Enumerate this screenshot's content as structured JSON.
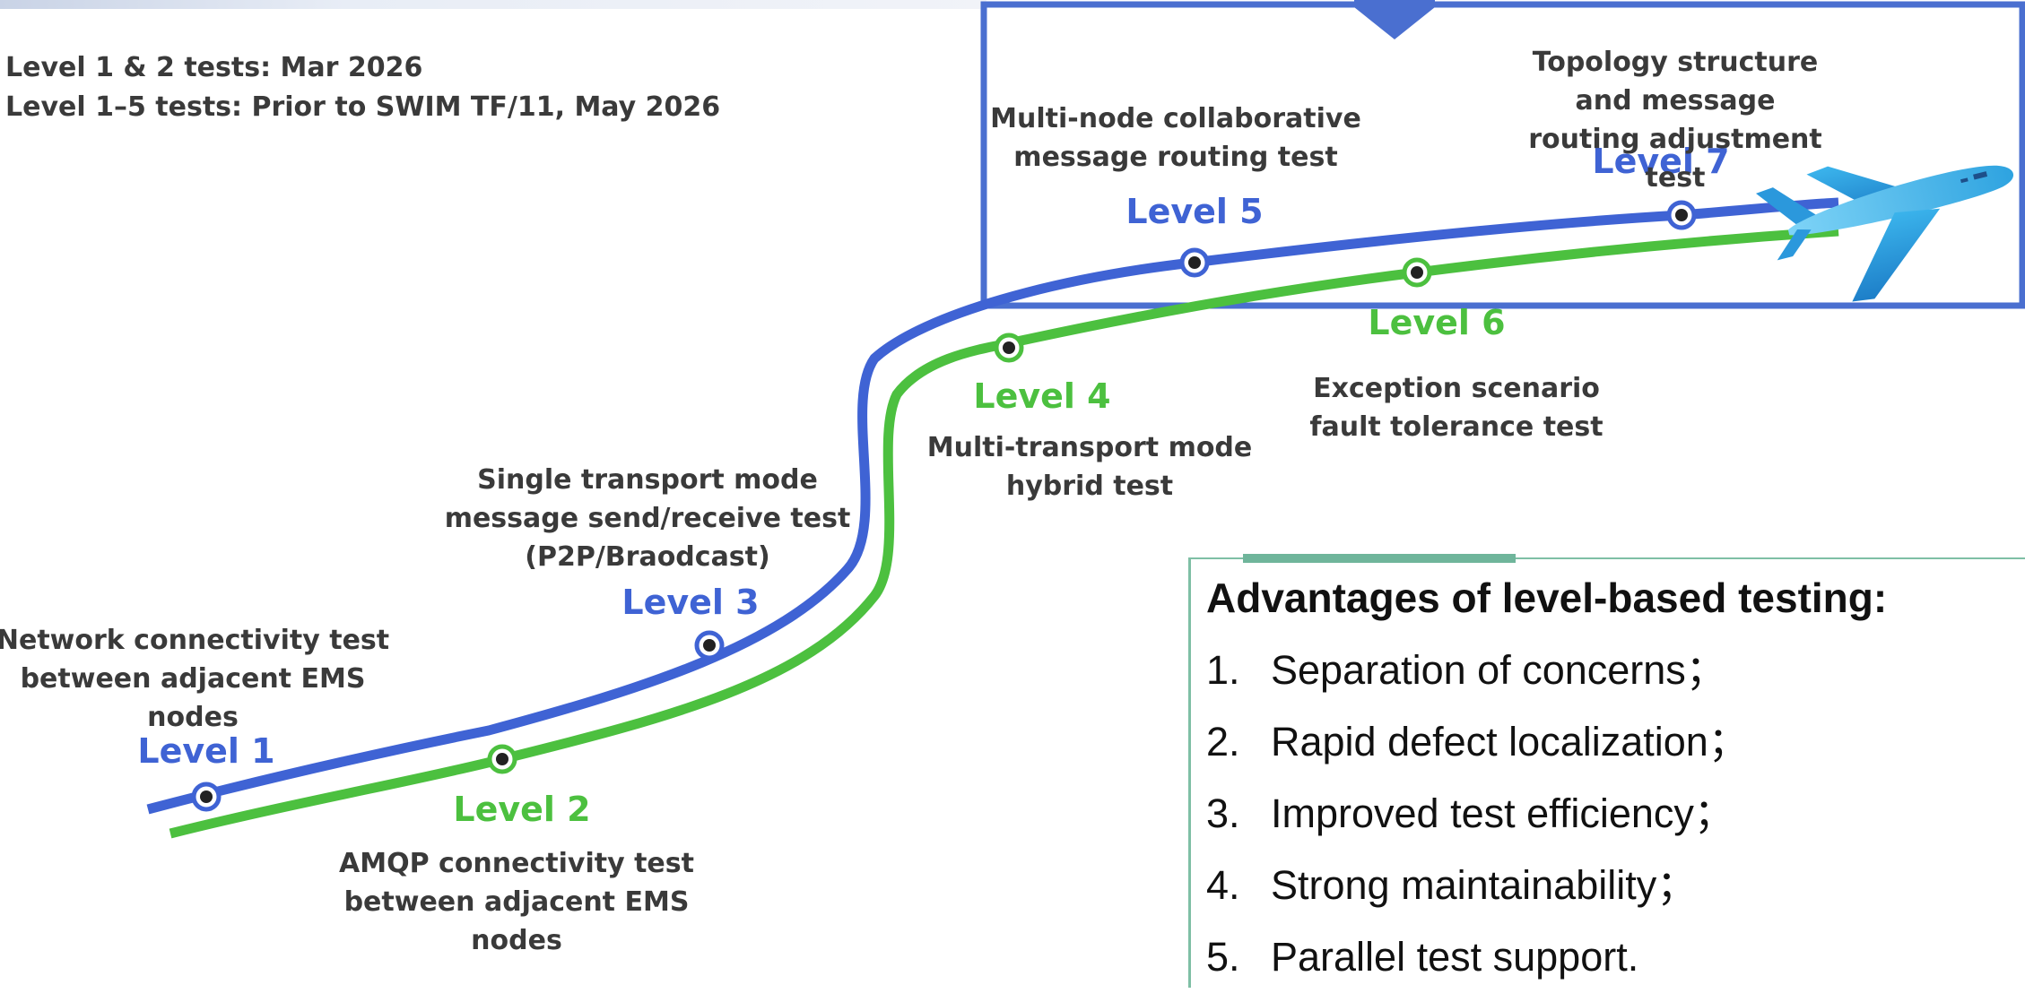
{
  "schedule": {
    "line1": "Level 1 & 2 tests:  Mar 2026",
    "line2": "Level 1–5 tests: Prior to SWIM TF/11, May 2026"
  },
  "levels": [
    {
      "id": "level1",
      "label": "Level 1",
      "track": "blue",
      "desc": "Network connectivity test\nbetween adjacent EMS\nnodes"
    },
    {
      "id": "level2",
      "label": "Level 2",
      "track": "green",
      "desc": "AMQP connectivity test\nbetween adjacent EMS\nnodes"
    },
    {
      "id": "level3",
      "label": "Level 3",
      "track": "blue",
      "desc": "Single transport mode\nmessage send/receive test\n(P2P/Braodcast)"
    },
    {
      "id": "level4",
      "label": "Level 4",
      "track": "green",
      "desc": "Multi-transport mode\nhybrid test"
    },
    {
      "id": "level5",
      "label": "Level 5",
      "track": "blue",
      "desc": "Multi-node collaborative\nmessage routing test"
    },
    {
      "id": "level6",
      "label": "Level 6",
      "track": "green",
      "desc": "Exception scenario\nfault tolerance test"
    },
    {
      "id": "level7",
      "label": "Level 7",
      "track": "blue",
      "desc": "Topology structure and message\nrouting adjustment test"
    }
  ],
  "advantages": {
    "title": "Advantages of level-based testing:",
    "items": [
      {
        "num": "1.",
        "text": "Separation of concerns；"
      },
      {
        "num": "2.",
        "text": "Rapid defect localization；"
      },
      {
        "num": "3.",
        "text": "Improved test efficiency；"
      },
      {
        "num": "4.",
        "text": "Strong maintainability；"
      },
      {
        "num": "5.",
        "text": "Parallel test support."
      }
    ]
  },
  "colors": {
    "blue_track": "#3f63d4",
    "green_track": "#4cc03f",
    "highlight_box": "#4a6fd0",
    "advantages_border": "#7fbfa5",
    "text": "#3a3a3a"
  },
  "icons": {
    "airplane": "airplane-icon",
    "milestone": "milestone-marker-icon",
    "pointer": "down-pointer-icon"
  }
}
